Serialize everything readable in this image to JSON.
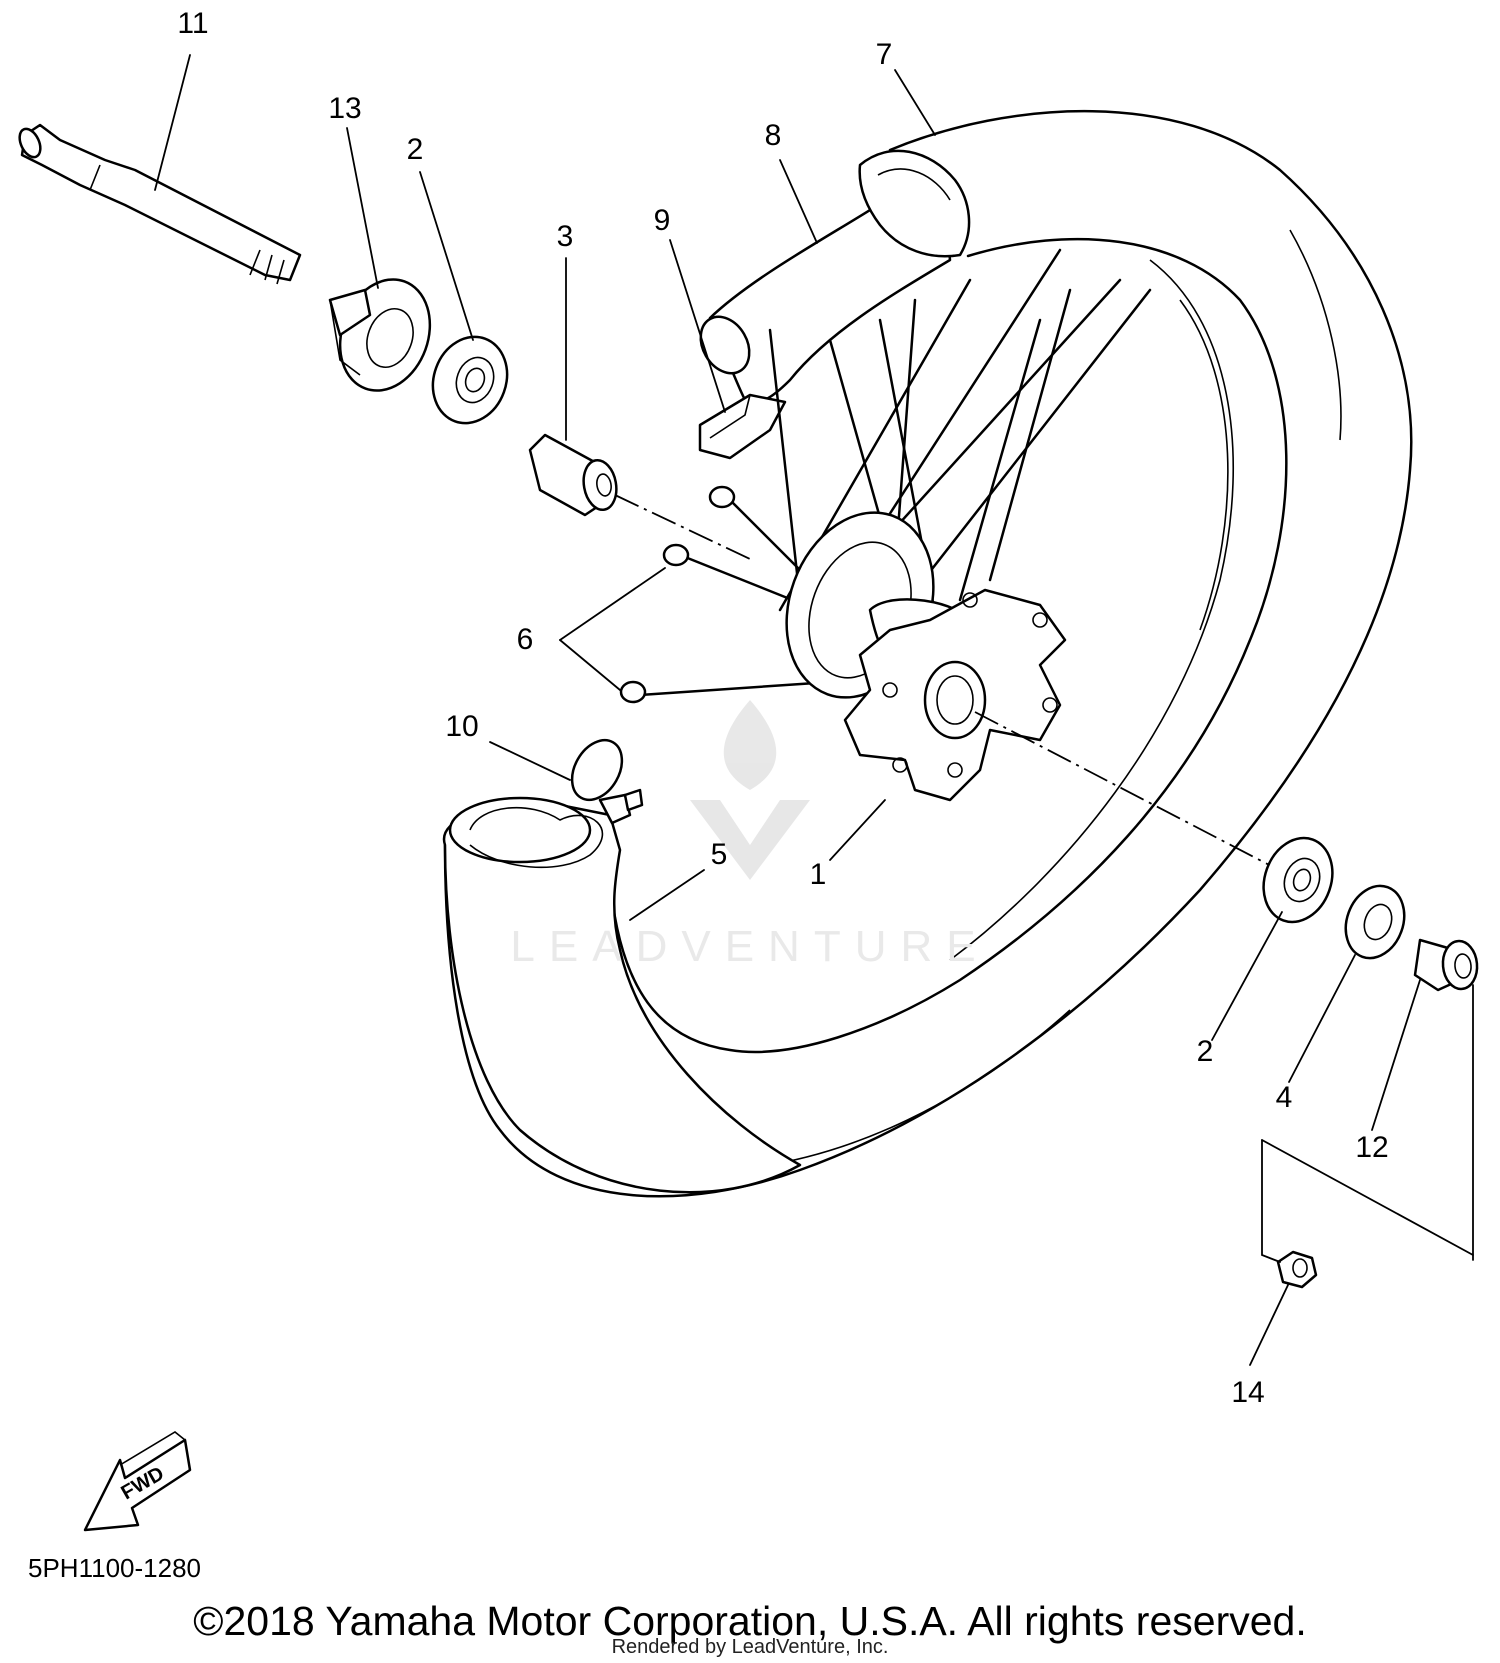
{
  "diagram": {
    "callouts": [
      {
        "id": "11",
        "label": "11"
      },
      {
        "id": "13",
        "label": "13"
      },
      {
        "id": "2a",
        "label": "2"
      },
      {
        "id": "3",
        "label": "3"
      },
      {
        "id": "9",
        "label": "9"
      },
      {
        "id": "8",
        "label": "8"
      },
      {
        "id": "7",
        "label": "7"
      },
      {
        "id": "6",
        "label": "6"
      },
      {
        "id": "10",
        "label": "10"
      },
      {
        "id": "5",
        "label": "5"
      },
      {
        "id": "1",
        "label": "1"
      },
      {
        "id": "2b",
        "label": "2"
      },
      {
        "id": "4",
        "label": "4"
      },
      {
        "id": "12",
        "label": "12"
      },
      {
        "id": "14",
        "label": "14"
      }
    ],
    "fwd_label": "FWD",
    "diagram_code": "5PH1100-1280",
    "copyright": "©2018 Yamaha Motor Corporation, U.S.A. All rights reserved.",
    "rendered_by": "Rendered by LeadVenture, Inc.",
    "watermark": "LEADVENTURE"
  }
}
